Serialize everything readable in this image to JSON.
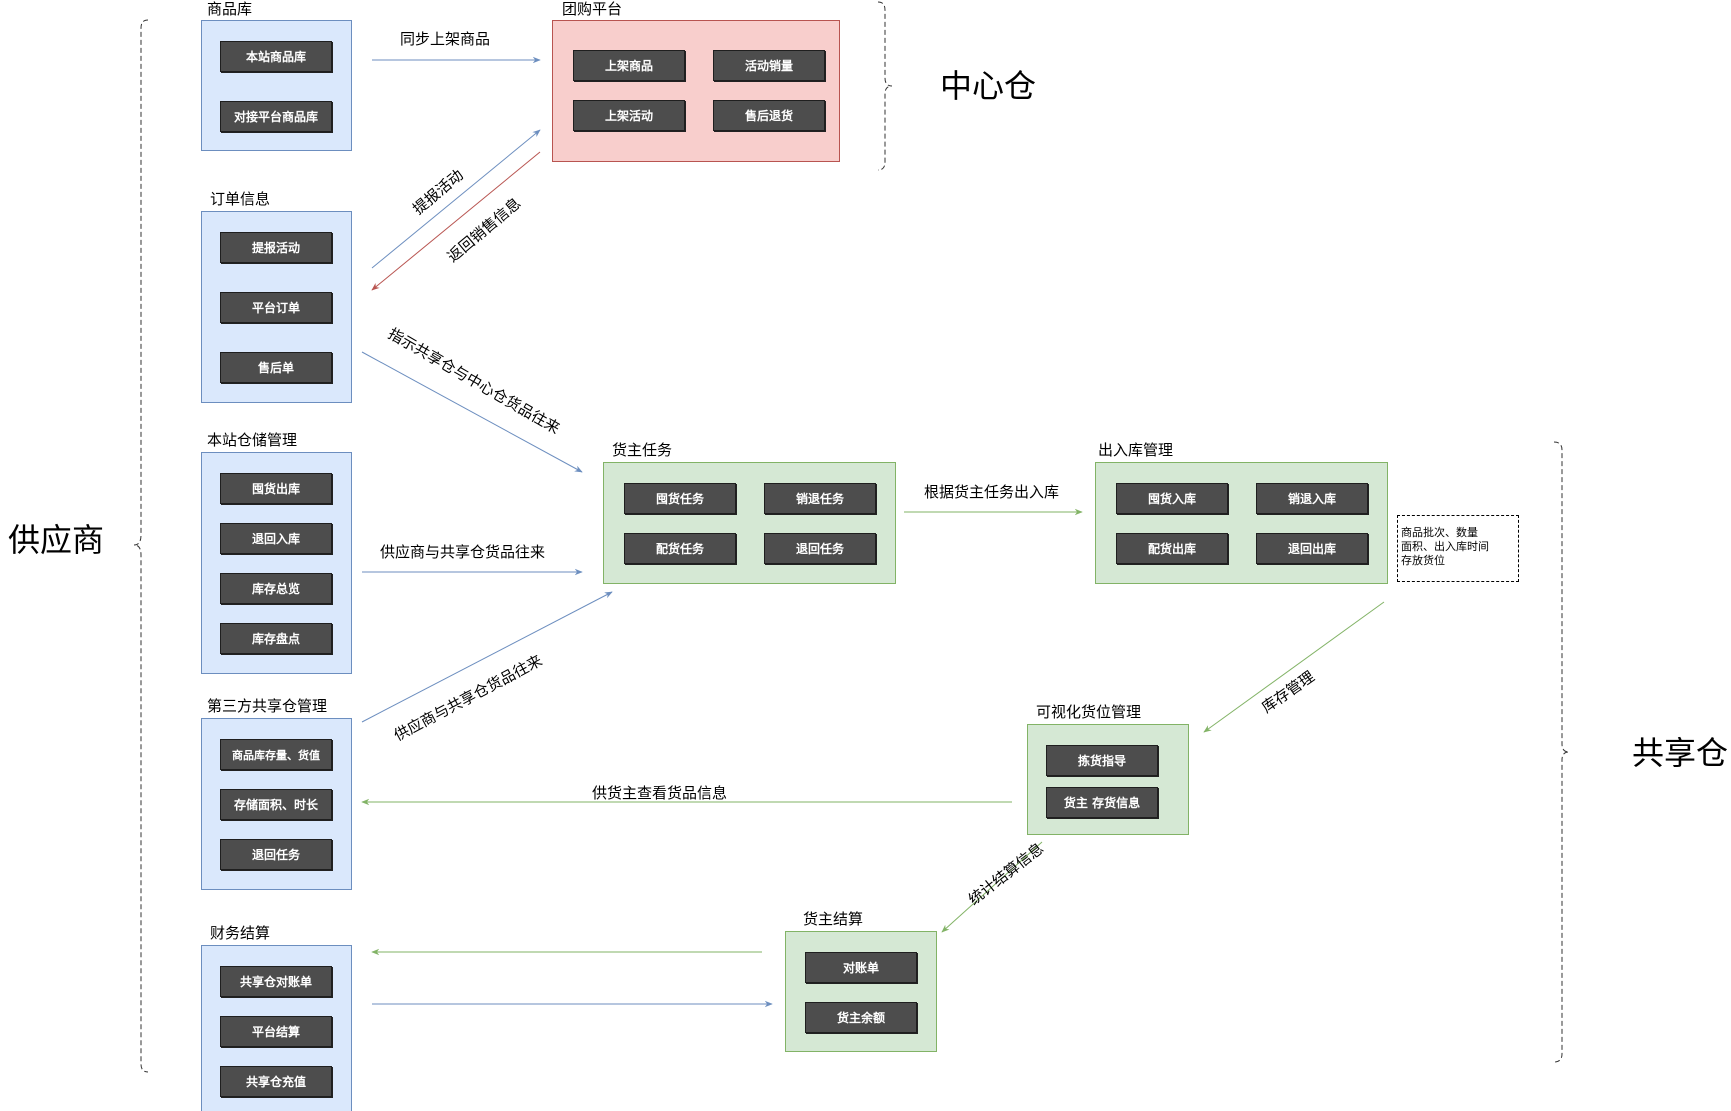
{
  "zones": {
    "supplier": "供应商",
    "center_warehouse": "中心仓",
    "shared_warehouse": "共享仓"
  },
  "groups": {
    "goods_library": {
      "title": "商品库",
      "items": [
        "本站商品库",
        "对接平台商品库"
      ]
    },
    "group_buying": {
      "title": "团购平台",
      "items": [
        "上架商品",
        "活动销量",
        "上架活动",
        "售后退货"
      ]
    },
    "order_info": {
      "title": "订单信息",
      "items": [
        "提报活动",
        "平台订单",
        "售后单"
      ]
    },
    "local_storage": {
      "title": "本站仓储管理",
      "items": [
        "囤货出库",
        "退回入库",
        "库存总览",
        "库存盘点"
      ]
    },
    "third_party": {
      "title": "第三方共享仓管理",
      "items": [
        "商品库存量、货值",
        "存储面积、时长",
        "退回任务"
      ]
    },
    "finance": {
      "title": "财务结算",
      "items": [
        "共享仓对账单",
        "平台结算",
        "共享仓充值"
      ]
    },
    "owner_tasks": {
      "title": "货主任务",
      "items": [
        "囤货任务",
        "销退任务",
        "配货任务",
        "退回任务"
      ]
    },
    "inout_mgmt": {
      "title": "出入库管理",
      "items": [
        "囤货入库",
        "销退入库",
        "配货出库",
        "退回出库"
      ]
    },
    "visual_location": {
      "title": "可视化货位管理",
      "items": [
        "拣货指导",
        "货主 存货信息"
      ]
    },
    "owner_settlement": {
      "title": "货主结算",
      "items": [
        "对账单",
        "货主余额"
      ]
    }
  },
  "note": {
    "lines": [
      "商品批次、数量",
      "面积、出入库时间",
      "存放货位"
    ]
  },
  "edges": {
    "sync_goods": "同步上架商品",
    "report_activity": "提报活动",
    "return_sales": "返回销售信息",
    "instruct": "指示共享仓与中心仓货品往来",
    "supplier_shared": "供应商与共享仓货品往来",
    "supplier_shared_2": "供应商与共享仓货品往来",
    "by_owner_task": "根据货主任务出入库",
    "inventory_mgmt": "库存管理",
    "owner_view": "供货主查看货品信息",
    "settlement_stats": "统计结算信息"
  },
  "colors": {
    "blue_fill": "#dae8fc",
    "blue_stroke": "#6c8ebf",
    "red_fill": "#f8cecc",
    "red_stroke": "#b85450",
    "green_fill": "#d5e8d4",
    "green_stroke": "#82b366",
    "chip_fill": "#4d4d4d",
    "arrow_blue": "#6c8ebf",
    "arrow_red": "#b85450",
    "arrow_green": "#82b366"
  }
}
